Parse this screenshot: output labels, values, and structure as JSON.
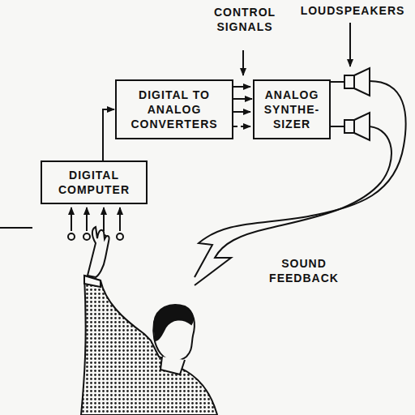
{
  "diagram": {
    "nodes": [
      {
        "text": [
          "DIGITAL TO ANALOG CONVERTERS"
        ]
      },
      {
        "text": [
          "ANALOG SYNTHE- SIZER"
        ]
      },
      {
        "text": [
          "DIGITAL COMPUTER"
        ]
      }
    ],
    "edges": [
      {
        "from": 2,
        "to": 0,
        "arrow": "to"
      },
      {
        "from": 0,
        "to": 1,
        "arrow": "to"
      }
    ],
    "labels": [
      "CONTROL SIGNALS",
      "LOUDSPEAKERS",
      "SOUND FEEDBACK"
    ]
  }
}
